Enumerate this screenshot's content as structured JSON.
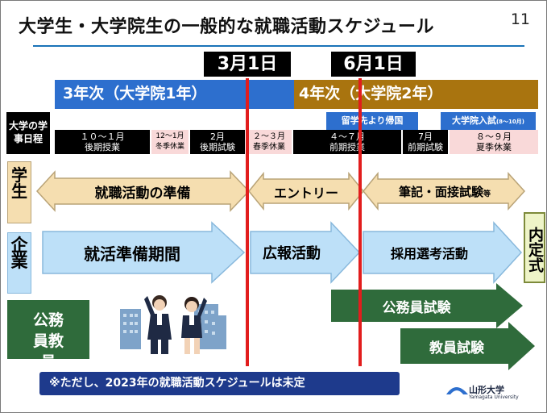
{
  "slide": {
    "title": "大学生・大学院生の一般的な就職活動スケジュール",
    "page_number": "11",
    "dates": {
      "march": "3月1日",
      "june": "6月1日"
    },
    "years": {
      "third": "3年次（大学院1年）",
      "fourth": "4年次（大学院2年）"
    },
    "tags": {
      "return": "留学先より帰国",
      "grad_exam": "大学院入試",
      "grad_exam_note": "(8～10月)"
    },
    "row_labels": {
      "univ_schedule": "大学の学事日程",
      "student": "学生",
      "company": "企業",
      "civil": "公務員教員"
    },
    "schedule": [
      {
        "line1": "１０～１月",
        "line2": "後期授業"
      },
      {
        "line1": "12～1月",
        "line2": "冬季休業"
      },
      {
        "line1": "2月",
        "line2": "後期試験"
      },
      {
        "line1": "２～３月",
        "line2": "春季休業"
      },
      {
        "line1": "４～７月",
        "line2": "前期授業"
      },
      {
        "line1": "7月",
        "line2": "前期試験"
      },
      {
        "line1": "８～９月",
        "line2": "夏季休業"
      }
    ],
    "student_arrows": {
      "prep": "就職活動の準備",
      "entry": "エントリー",
      "exam": "筆記・面接試験",
      "exam_suffix": "等"
    },
    "company_arrows": {
      "prep_period": "就活準備期間",
      "pr": "広報活動",
      "selection": "採用選考活動"
    },
    "naitei": "内定式",
    "civil_arrows": {
      "civil_exam": "公務員試験",
      "teacher_exam": "教員試験"
    },
    "footer_note": "※ただし、2023年の就職活動スケジュールは未定",
    "logo": {
      "name": "山形大学",
      "sub": "Yamagata University"
    },
    "colors": {
      "blue": "#2d6fce",
      "brown": "#a9740f",
      "tan": "#f5deb0",
      "light_blue": "#bde0f8",
      "green": "#2f6b3b",
      "red": "#e21d1d",
      "navy": "#1e3a8c",
      "pink": "#f9d9d9"
    }
  }
}
